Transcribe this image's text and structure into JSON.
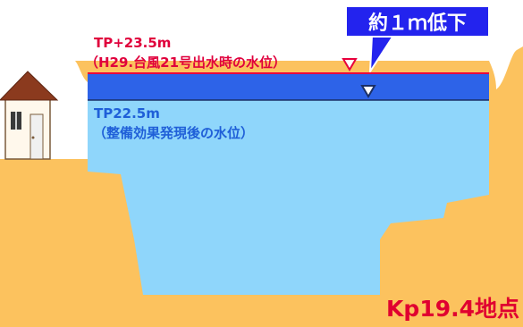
{
  "labels": {
    "flood_level_value": "TP+23.5m",
    "flood_level_note": "（H29.台風21号出水時の水位）",
    "improved_level_value": "TP22.5m",
    "improved_level_note": "（整備効果発現後の水位）",
    "reduction_callout": "約１ｍ低下",
    "station": "Kp19.4地点"
  },
  "colors": {
    "ground": "#fcc25e",
    "water_lower": "#8fd6fb",
    "water_band": "#2d63e8",
    "flood_line": "#e8003c",
    "callout_bg": "#2323ee"
  },
  "icons": [
    "house-icon",
    "flood-water-level-marker",
    "improved-water-level-marker",
    "callout-pointer"
  ]
}
